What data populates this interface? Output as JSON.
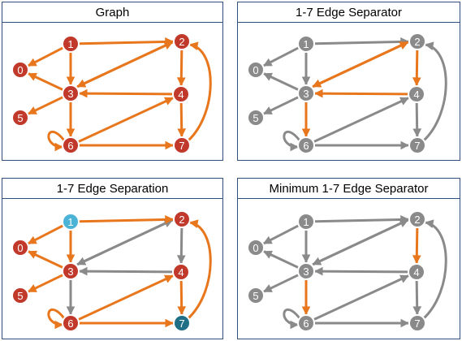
{
  "colors": {
    "red": "#c0392b",
    "gray": "#8a8a8a",
    "blue": "#4bb3d6",
    "teal": "#1f6f86",
    "orange": "#e8761c",
    "frame": "#2f4f7f"
  },
  "nodes": [
    {
      "id": "0",
      "label": "0"
    },
    {
      "id": "1",
      "label": "1"
    },
    {
      "id": "2",
      "label": "2"
    },
    {
      "id": "3",
      "label": "3"
    },
    {
      "id": "4",
      "label": "4"
    },
    {
      "id": "5",
      "label": "5"
    },
    {
      "id": "6",
      "label": "6"
    },
    {
      "id": "7",
      "label": "7"
    }
  ],
  "edges": [
    {
      "from": "1",
      "to": "0"
    },
    {
      "from": "1",
      "to": "2"
    },
    {
      "from": "1",
      "to": "3"
    },
    {
      "from": "3",
      "to": "0"
    },
    {
      "from": "3",
      "to": "2"
    },
    {
      "from": "2",
      "to": "3"
    },
    {
      "from": "2",
      "to": "4"
    },
    {
      "from": "4",
      "to": "3"
    },
    {
      "from": "3",
      "to": "5"
    },
    {
      "from": "3",
      "to": "6"
    },
    {
      "from": "6",
      "to": "6"
    },
    {
      "from": "6",
      "to": "4"
    },
    {
      "from": "6",
      "to": "7"
    },
    {
      "from": "4",
      "to": "7"
    },
    {
      "from": "7",
      "to": "2"
    }
  ],
  "panels": [
    {
      "title": "Graph",
      "node_colors": {
        "0": "red",
        "1": "red",
        "2": "red",
        "3": "red",
        "4": "red",
        "5": "red",
        "6": "red",
        "7": "red"
      },
      "highlight_edges": [
        "1-0",
        "1-2",
        "1-3",
        "3-0",
        "3-2",
        "2-3",
        "2-4",
        "4-3",
        "3-5",
        "3-6",
        "6-6",
        "6-4",
        "6-7",
        "4-7",
        "7-2"
      ]
    },
    {
      "title": "1-7 Edge Separator",
      "node_colors": {
        "0": "gray",
        "1": "gray",
        "2": "gray",
        "3": "gray",
        "4": "gray",
        "5": "gray",
        "6": "gray",
        "7": "gray"
      },
      "highlight_edges": [
        "3-2",
        "2-3",
        "2-4",
        "4-3",
        "3-6"
      ]
    },
    {
      "title": "1-7 Edge Separation",
      "node_colors": {
        "0": "red",
        "1": "blue",
        "2": "red",
        "3": "red",
        "4": "red",
        "5": "red",
        "6": "red",
        "7": "teal"
      },
      "highlight_edges": [
        "1-0",
        "1-2",
        "1-3",
        "3-0",
        "3-5",
        "6-6",
        "6-4",
        "6-7",
        "4-7",
        "7-2"
      ]
    },
    {
      "title": "Minimum 1-7 Edge Separator",
      "node_colors": {
        "0": "gray",
        "1": "gray",
        "2": "gray",
        "3": "gray",
        "4": "gray",
        "5": "gray",
        "6": "gray",
        "7": "gray"
      },
      "highlight_edges": [
        "2-4",
        "3-6"
      ]
    }
  ]
}
